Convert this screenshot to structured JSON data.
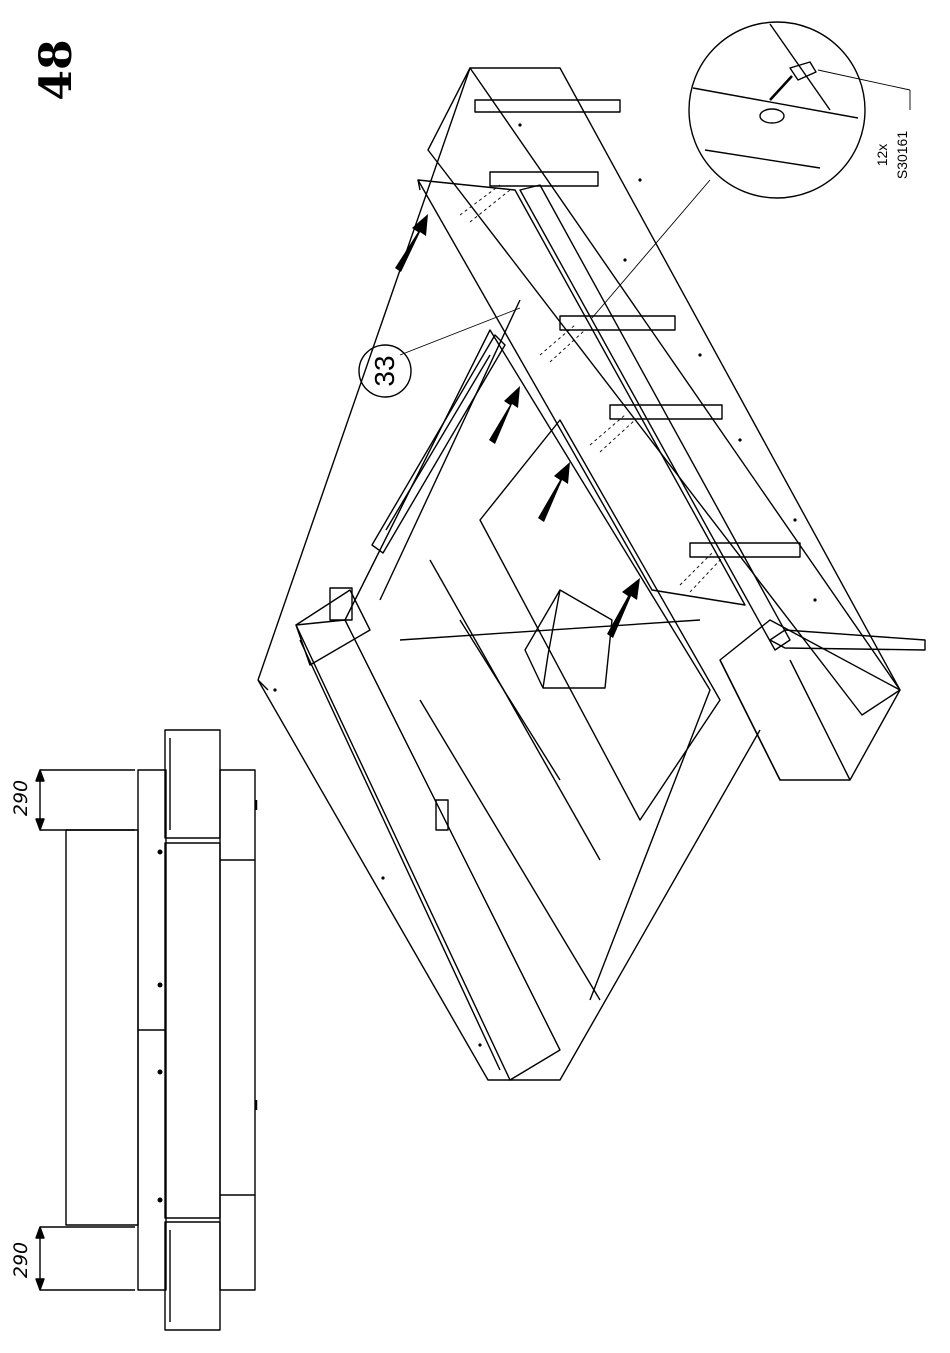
{
  "step": {
    "number": "48"
  },
  "dimensions": {
    "top": "290",
    "bottom": "290"
  },
  "part": {
    "number": "33"
  },
  "hardware": {
    "quantity": "12x",
    "code": "S30161"
  }
}
